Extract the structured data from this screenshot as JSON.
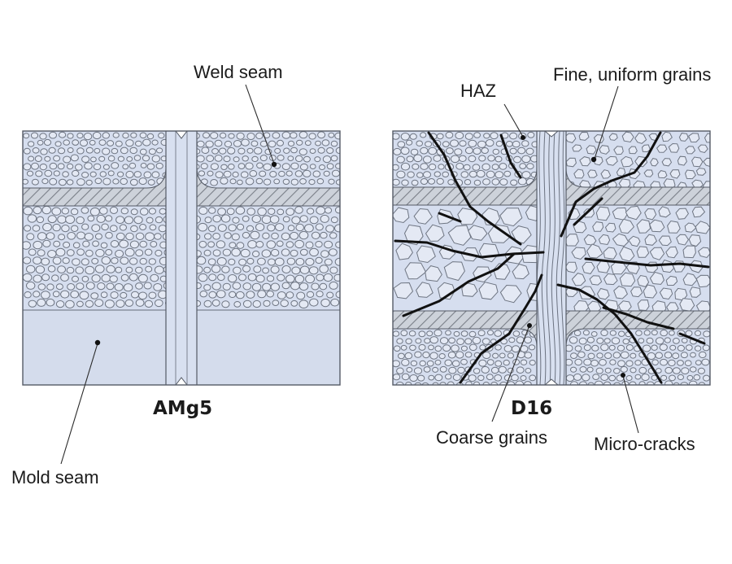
{
  "panels": {
    "left": {
      "title": "AMg5"
    },
    "right": {
      "title": "D16"
    }
  },
  "labels": {
    "weld_seam": "Weld seam",
    "mold_seam": "Mold seam",
    "haz": "HAZ",
    "fine_grains": "Fine, uniform grains",
    "coarse_grains": "Coarse grains",
    "micro_cracks": "Micro-cracks"
  },
  "colors": {
    "background": "#ffffff",
    "metal_fill": "#d6deef",
    "grain_stroke": "#6e7582",
    "outline": "#555b66",
    "hatch": "#7a7f88",
    "crack": "#111111"
  }
}
